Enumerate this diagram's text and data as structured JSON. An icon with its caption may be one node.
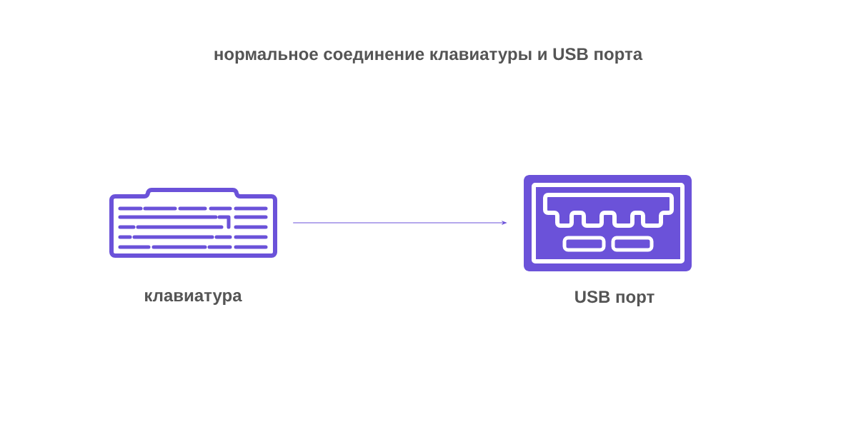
{
  "diagram": {
    "title": "нормальное соединение клавиатуры и USB порта",
    "nodes": [
      {
        "text": [
          "клавиатура"
        ]
      },
      {
        "text": [
          "USB порт"
        ]
      }
    ],
    "edges": [
      {
        "from": 0,
        "to": 1,
        "arrow": "to"
      }
    ]
  }
}
